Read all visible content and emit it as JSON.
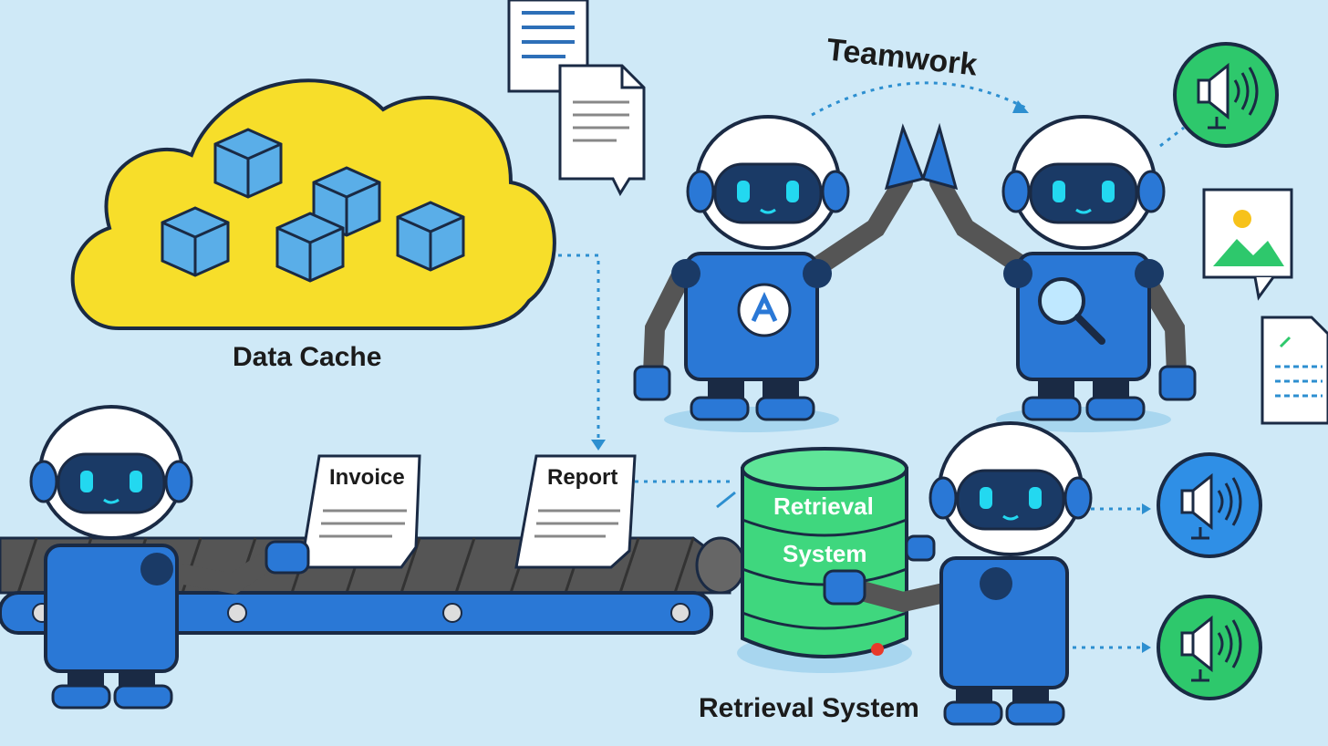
{
  "labels": {
    "data_cache": "Data Cache",
    "teamwork": "Teamwork",
    "invoice": "Invoice",
    "report": "Report",
    "db_line_1": "Retrieval",
    "db_line_2": "System",
    "retrieval_caption": "Retrieval System"
  },
  "colors": {
    "background": "#cfe9f7",
    "cloud_yellow": "#f7de2a",
    "cube_blue": "#5aaee8",
    "robot_blue": "#2a78d6",
    "robot_dark": "#1a3a66",
    "eye_cyan": "#23d8f0",
    "db_green": "#3fd77e",
    "audio_green": "#2ec86c",
    "audio_blue": "#2f8fe6",
    "belt_gray": "#555555",
    "arrow_blue": "#2d8fd0"
  },
  "icons": [
    "speaker-icon",
    "image-icon",
    "document-icon",
    "search-icon",
    "robot-emblem-icon"
  ]
}
